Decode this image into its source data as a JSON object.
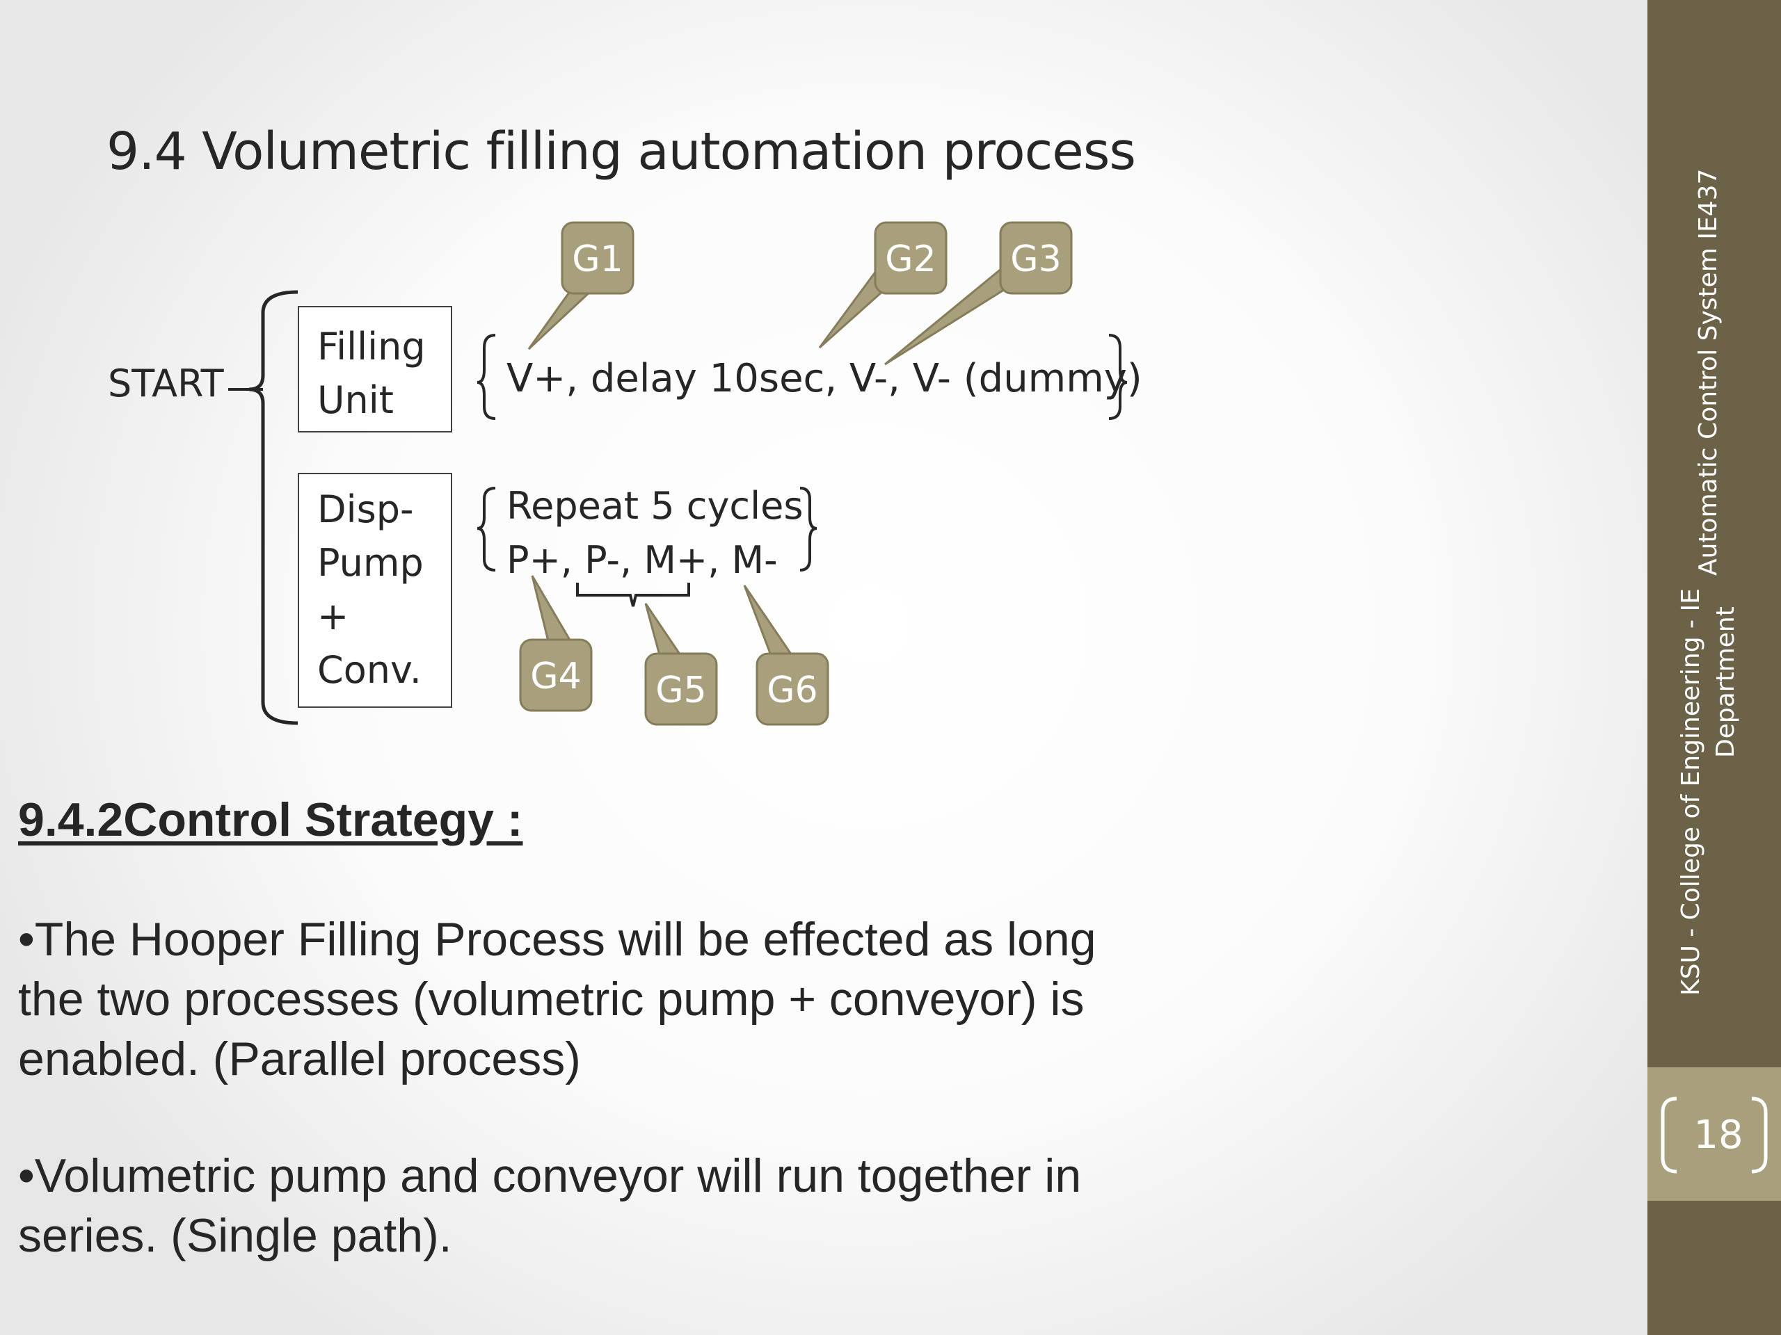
{
  "slide": {
    "title": "9.4  Volumetric filling automation process",
    "page_number": "18",
    "side_text_line1": "Automatic Control System IE437",
    "side_text_line2": "KSU - College of Engineering - IE",
    "side_text_line3": "Department"
  },
  "diagram": {
    "start_label": "START",
    "filling_unit": [
      "Filling",
      "Unit"
    ],
    "filling_sequence": "V+,  delay 10sec, V-, V- (dummy)",
    "disp_box": [
      "Disp-",
      "Pump",
      "+",
      "Conv."
    ],
    "repeat_text": "Repeat 5 cycles",
    "pump_sequence": "P+, P-, M+, M-",
    "callouts": [
      "G1",
      "G2",
      "G3",
      "G4",
      "G5",
      "G6"
    ],
    "callout_color": "#a8a07c",
    "callout_border": "#857d5a"
  },
  "content": {
    "heading": "9.4.2Control Strategy :",
    "bullet1": "•The Hooper Filling Process will be effected as long the two processes (volumetric pump + conveyor) is enabled. (Parallel process)",
    "bullet2": "•Volumetric pump and conveyor will run together in series. (Single path)."
  }
}
